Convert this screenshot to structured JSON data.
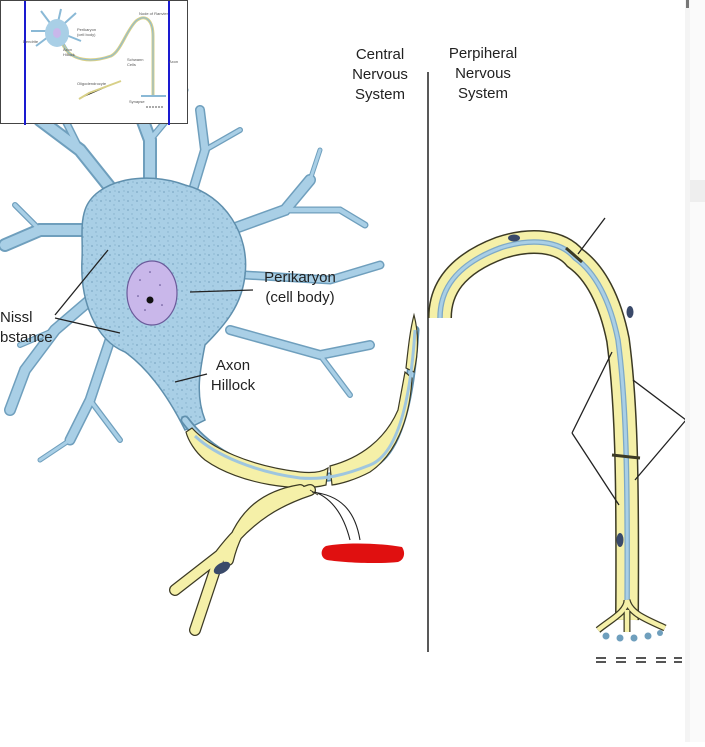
{
  "diagram": {
    "headers": {
      "central": "Central\nNervous\nSystem",
      "peripheral": "Perpiheral\nNervous\nSystem"
    },
    "labels": {
      "perikaryon": "Perikaryon\n(cell body)",
      "axon_hillock": "Axon\nHillock",
      "nissl": "Nissl\nbstance"
    },
    "thumbnail": {
      "labels": [
        "Node of Ranvier",
        "Perikaryon\n(cell body)",
        "Axon\nHillock",
        "Schwann\nCells",
        "Axon",
        "Oligodendrocyte",
        "Synapse",
        "Dendrite"
      ]
    },
    "colors": {
      "cell": "#a8cfe6",
      "myelin": "#f5f0a8",
      "nucleus": "#c9b7ea",
      "redact": "#e01010"
    }
  }
}
